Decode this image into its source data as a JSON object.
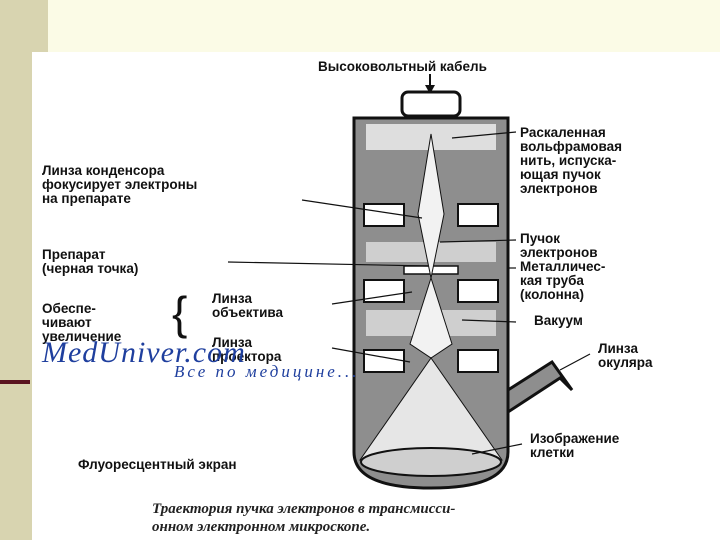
{
  "labels": {
    "cable": "Высоковольтный кабель",
    "filament": "Раскаленная\nвольфрамовая\nнить, испуска-\nющая пучок\nэлектронов",
    "condenser": "Линза конденсора\nфокусирует электроны\nна препарате",
    "beam": "Пучок\nэлектронов",
    "tube": "Металличес-\nкая труба\n(колонна)",
    "specimen": "Препарат\n(черная точка)",
    "magnify": "Обеспе-\nчивают\nувеличение",
    "brace": "{",
    "objective": "Линза\nобъектива",
    "projector": "Линза\nпроектора",
    "vacuum": "Вакуум",
    "eyepiece": "Линза\nокуляра",
    "image": "Изображение\nклетки",
    "screen": "Флуоресцентный экран"
  },
  "caption": "Траектория пучка электронов в трансмисси-\nонном электронном микроскопе.",
  "watermark": {
    "brand": "MedUniver.com",
    "tagline": "Все по медицине..."
  },
  "colors": {
    "column_fill": "#8e8e8e",
    "outline": "#111111",
    "watermark": "#1f3f9e",
    "slide_band": "#d8d4b0"
  }
}
